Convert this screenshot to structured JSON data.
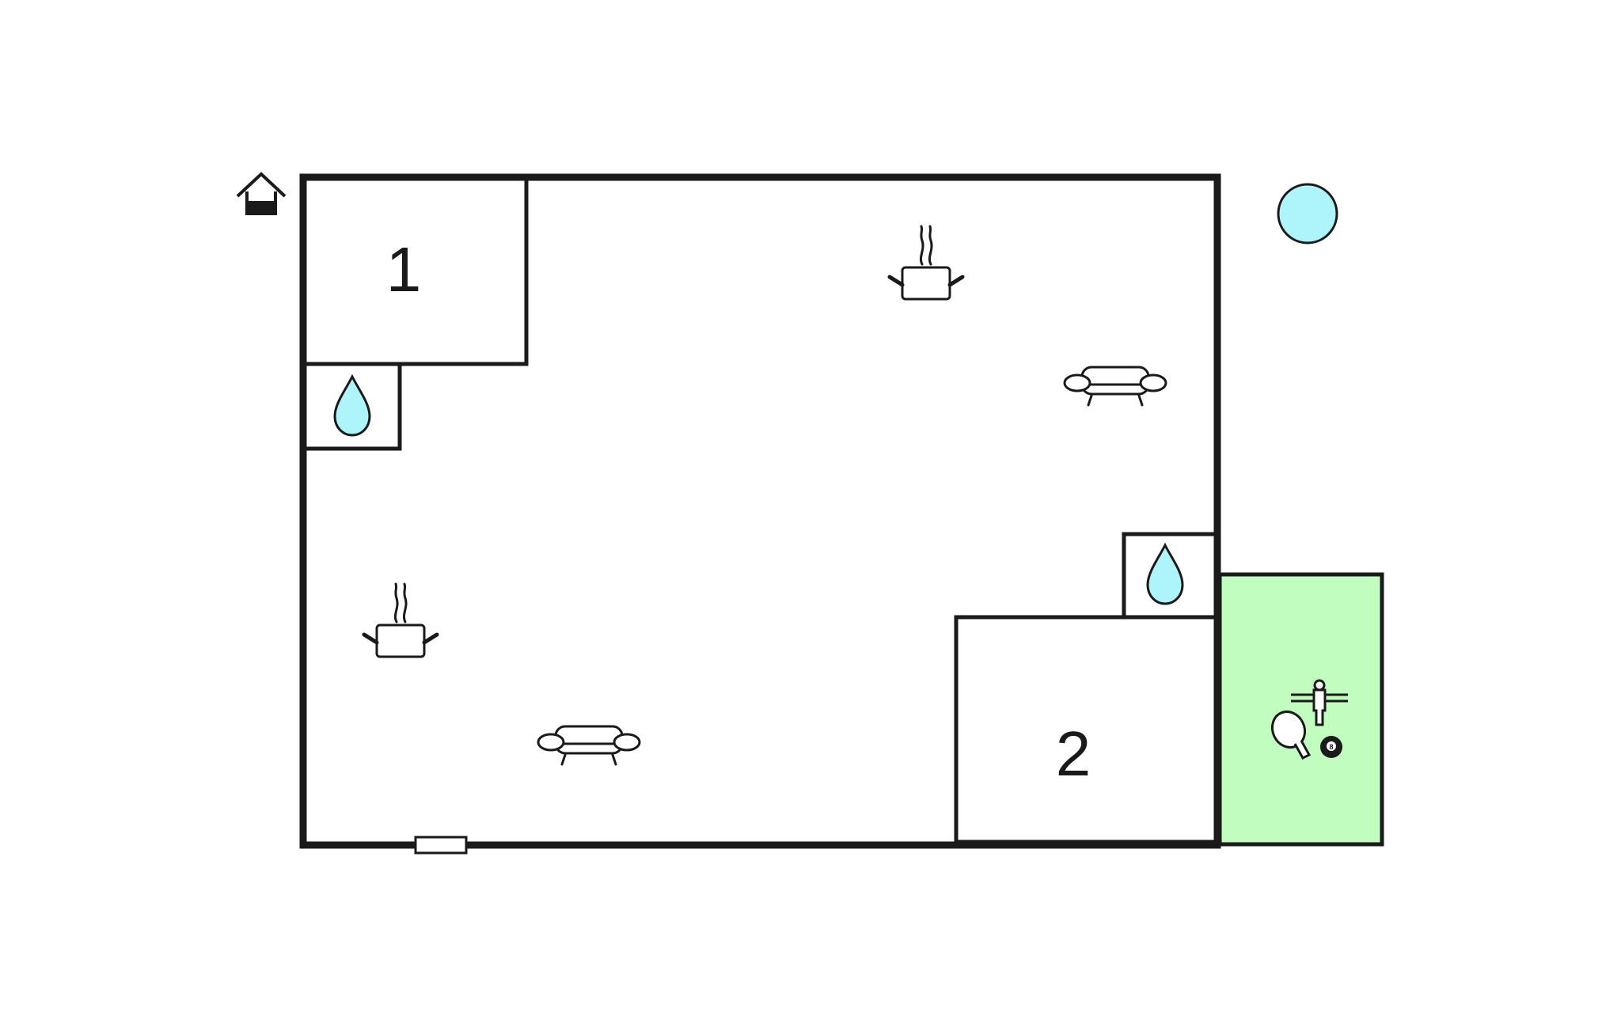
{
  "floorplan": {
    "rooms": [
      {
        "id": "bedroom-1",
        "label": "1"
      },
      {
        "id": "bedroom-2",
        "label": "2"
      }
    ],
    "colors": {
      "wall": "#1a1a1a",
      "water": "#aef4fb",
      "terrace": "#c2fdc0",
      "pool": "#aef4fb",
      "background": "#ffffff"
    },
    "icons": [
      "house-icon",
      "pool-icon",
      "water-drop-icon",
      "cooking-pot-icon",
      "sofa-icon",
      "table-tennis-icon",
      "billiard-ball-icon",
      "table-football-icon",
      "door-icon"
    ],
    "billiard_ball_number": "8"
  }
}
